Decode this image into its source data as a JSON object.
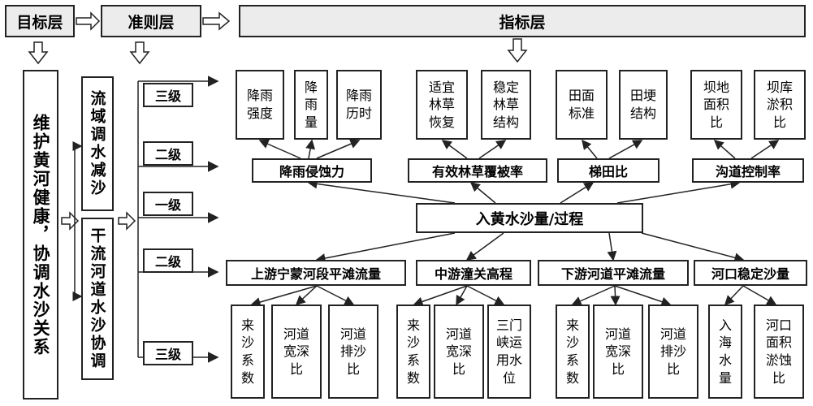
{
  "headers": {
    "target": "目标层",
    "criteria": "准则层",
    "indicator": "指标层"
  },
  "goal": "维护黄河健康，协调水沙关系",
  "criteria_boxes": [
    "流域调水减沙",
    "干流河道水沙协调"
  ],
  "levels": [
    "三级",
    "二级",
    "一级",
    "二级",
    "三级"
  ],
  "center": "入黄水沙量/过程",
  "upper_mid": [
    "降雨侵蚀力",
    "有效林草覆被率",
    "梯田比",
    "沟道控制率"
  ],
  "upper_leaves": [
    "降雨强度",
    "降雨量",
    "降雨历时",
    "适宜林草恢复",
    "稳定林草结构",
    "田面标准",
    "田埂结构",
    "坝地面积比",
    "坝库淤积比"
  ],
  "lower_mid": [
    "上游宁蒙河段平滩流量",
    "中游潼关高程",
    "下游河道平滩流量",
    "河口稳定沙量"
  ],
  "lower_leaves": [
    "来沙系数",
    "河道宽深比",
    "河道排沙比",
    "来沙系数",
    "河道宽深比",
    "三门峡运用水位",
    "来沙系数",
    "河道宽深比",
    "河道排沙比",
    "入海水量",
    "河口面积淤蚀比"
  ]
}
